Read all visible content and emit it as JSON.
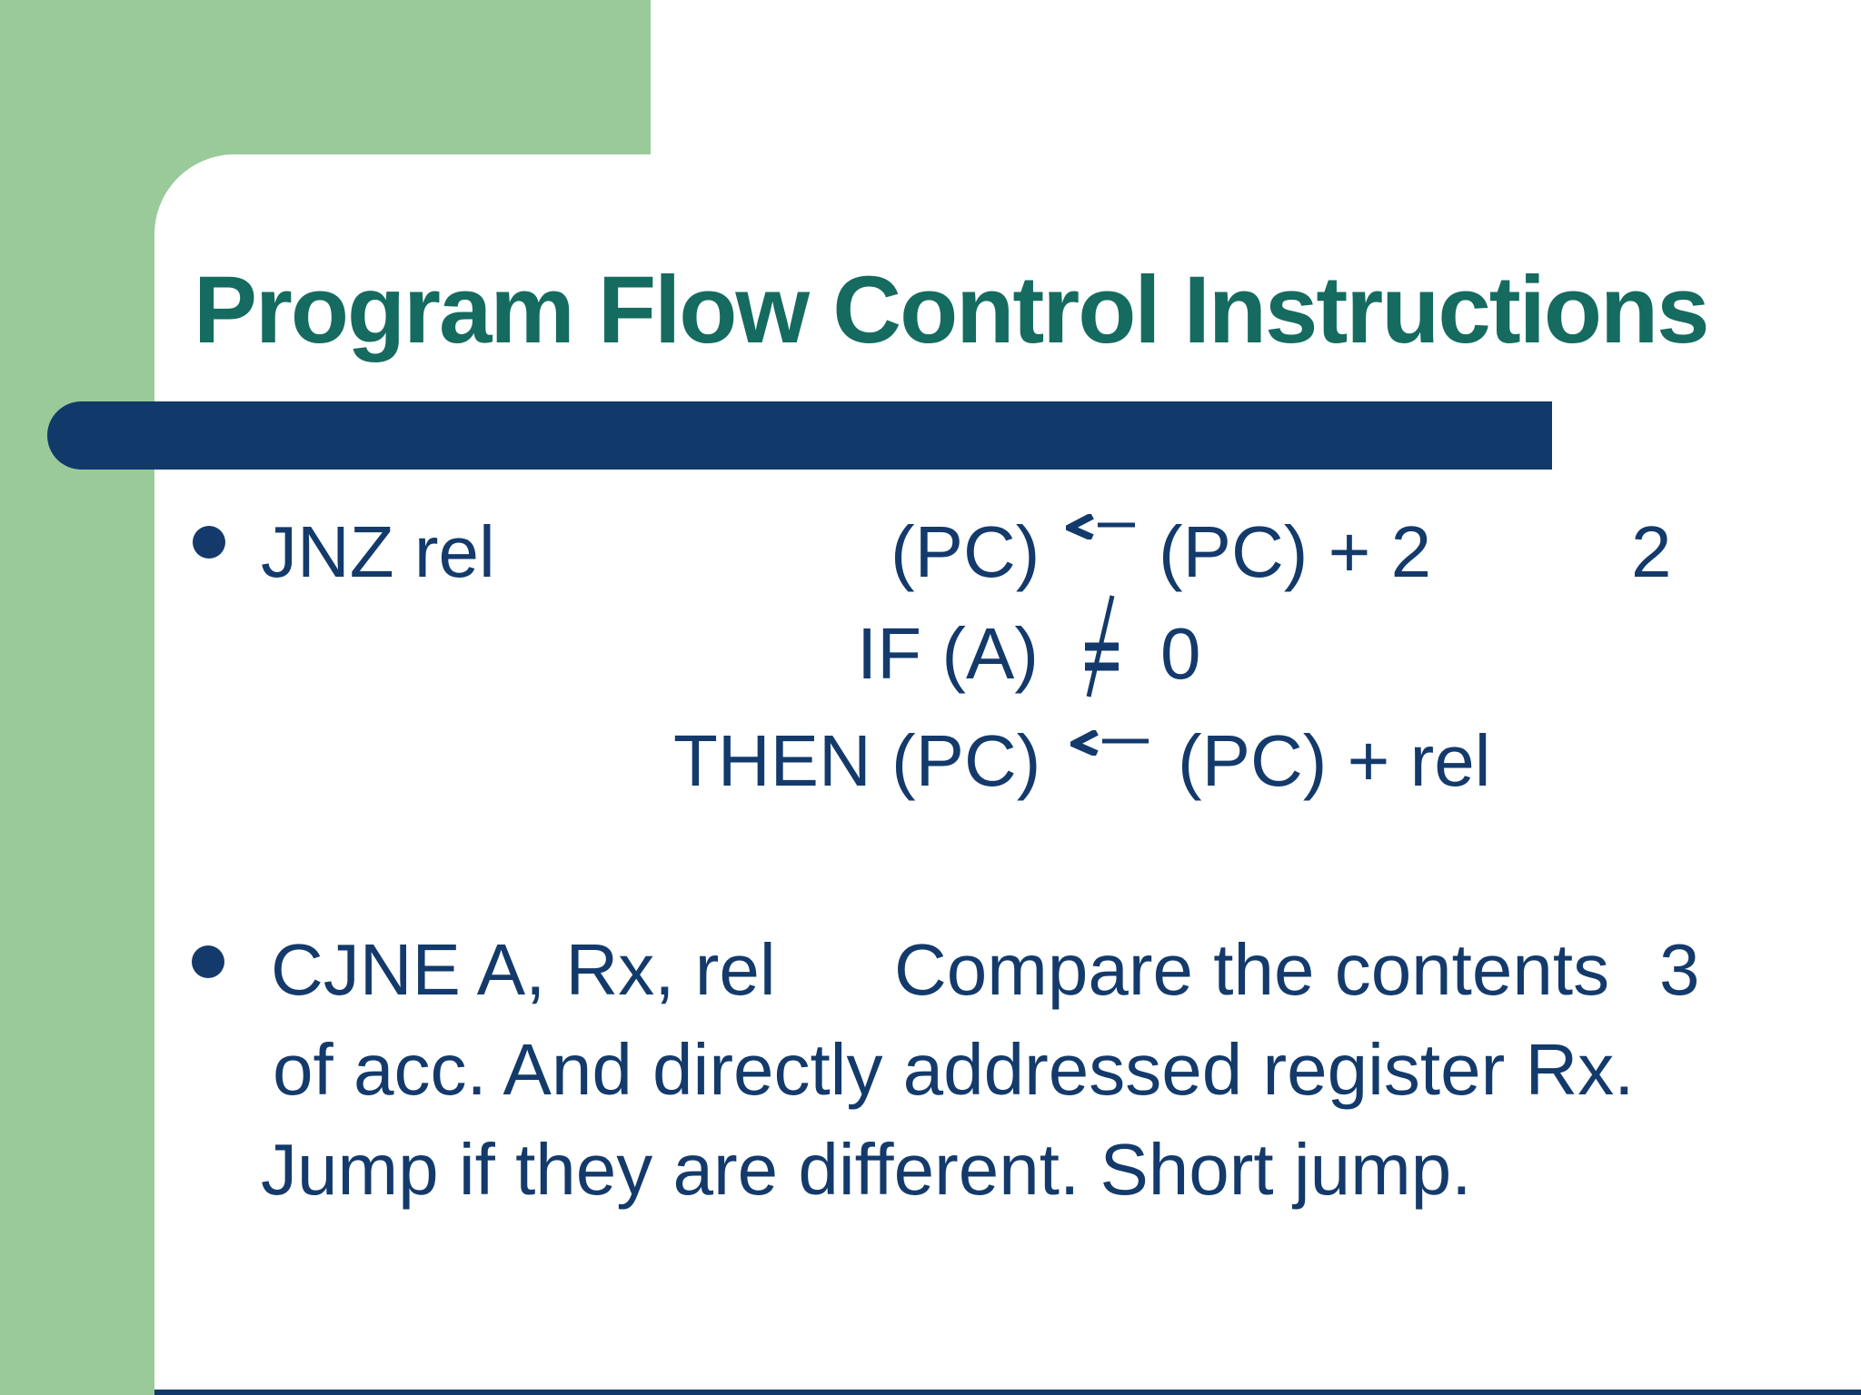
{
  "title": "Program Flow Control Instructions",
  "colors": {
    "accent_green": "#9ACA9A",
    "title_teal": "#156B60",
    "bar_navy": "#113A6B",
    "text_navy": "#133A6B"
  },
  "icons": {
    "bullet": "round-bullet",
    "left_arrow": "←",
    "not_equal": "≠"
  },
  "bullet1": {
    "line1": {
      "instruction": "JNZ rel",
      "target": "(PC)",
      "expression": "(PC) + 2",
      "bytes": "2"
    },
    "line2": {
      "condition": "IF (A)",
      "value": "0"
    },
    "line3": {
      "target": "THEN (PC)",
      "expression": "(PC) + rel"
    }
  },
  "bullet2": {
    "line1": {
      "instruction": "CJNE A, Rx, rel",
      "description": "Compare the contents",
      "bytes": "3"
    },
    "line2": "of acc. And directly addressed register Rx.",
    "line3": "Jump if they are different. Short jump."
  }
}
